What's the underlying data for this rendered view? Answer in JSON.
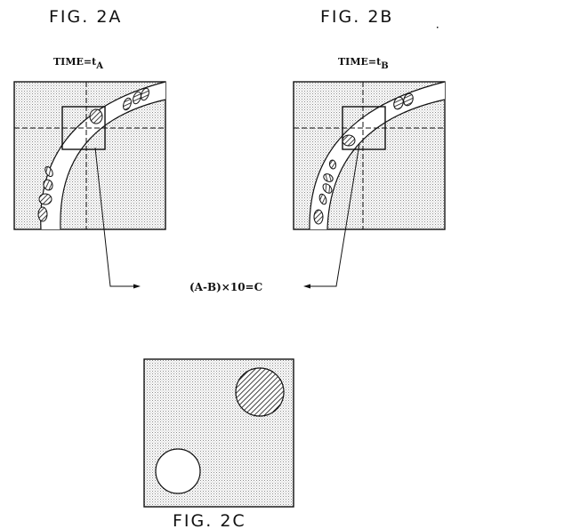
{
  "figures": {
    "a": {
      "label": "FIG. 2A",
      "time_prefix": "TIME=t",
      "time_subscript": "A"
    },
    "b": {
      "label": "FIG. 2B",
      "time_prefix": "TIME=t",
      "time_subscript": "B"
    },
    "c": {
      "label": "FIG. 2C"
    }
  },
  "formula": "(A-B)×10=C",
  "colors": {
    "ink": "#111111",
    "stipple": "#bdbdbd",
    "background": "#ffffff"
  }
}
